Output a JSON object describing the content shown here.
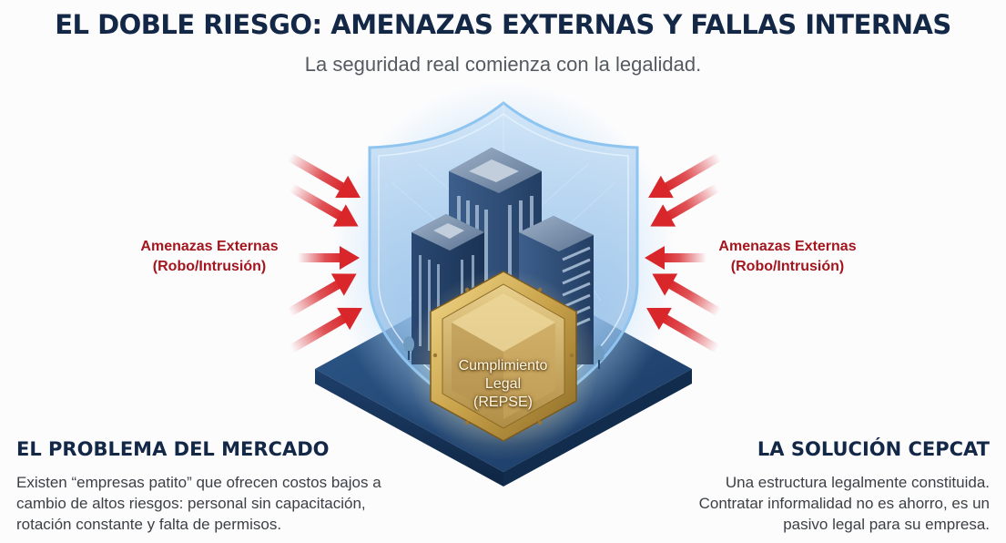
{
  "header": {
    "title": "EL DOBLE RIESGO: AMENAZAS EXTERNAS Y FALLAS INTERNAS",
    "subtitle": "La seguridad real comienza con la legalidad."
  },
  "illustration": {
    "threats_left": {
      "line1": "Amenazas Externas",
      "line2": "(Robo/Intrusión)",
      "arrow_count": 5
    },
    "threats_right": {
      "line1": "Amenazas Externas",
      "line2": "(Robo/Intrusión)",
      "arrow_count": 5
    },
    "badge": {
      "line1": "Cumplimiento",
      "line2": "Legal",
      "line3": "(REPSE)"
    },
    "icons": [
      "shield-icon",
      "buildings-icon",
      "gold-hexagon-badge-icon",
      "red-arrow-icon"
    ]
  },
  "problem": {
    "title": "EL PROBLEMA DEL MERCADO",
    "lines": [
      "Existen “empresas patito” que ofrecen costos bajos a",
      "cambio de altos riesgos: personal sin capacitación,",
      "rotación constante y falta de permisos."
    ]
  },
  "solution": {
    "title": "LA SOLUCIÓN CEPCAT",
    "lines": [
      "Una estructura legalmente constituida.",
      "Contratar informalidad no es ahorro, es un",
      "pasivo legal para su empresa."
    ]
  },
  "colors": {
    "title": "#132747",
    "threat_red": "#a3161e",
    "arrow_red": "#d8262b",
    "shield_blue": "#9cc8ef",
    "building_navy": "#2c4a72",
    "gold": "#c9a24a",
    "body_text": "#3c3f44"
  }
}
